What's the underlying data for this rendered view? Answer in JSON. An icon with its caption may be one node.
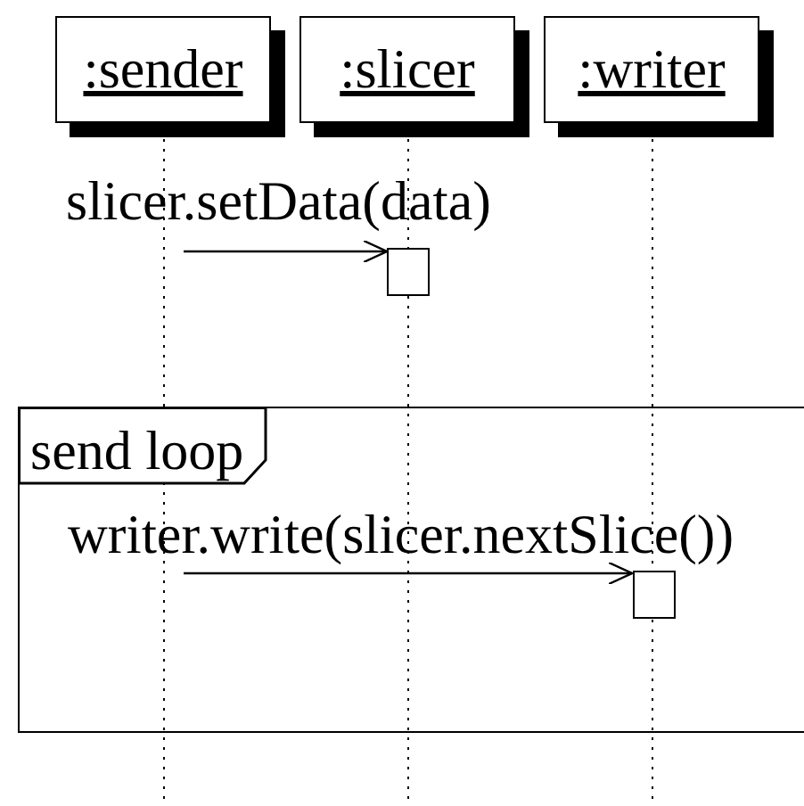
{
  "diagram": {
    "nodes": [
      {
        "text": [
          ":sender"
        ]
      },
      {
        "text": [
          ":slicer"
        ]
      },
      {
        "text": [
          ":writer"
        ]
      },
      {
        "text": [],
        "shape": "box"
      },
      {
        "text": [
          "send loop"
        ]
      },
      {
        "text": [],
        "shape": "box",
        "in": 4
      }
    ],
    "edges": [
      {
        "from": null,
        "to": 3,
        "label": "slicer.setData(data)",
        "arrow": "to"
      },
      {
        "from": null,
        "to": 5,
        "label": "writer.write(slicer.nextSlice())",
        "arrow": "to"
      }
    ]
  }
}
